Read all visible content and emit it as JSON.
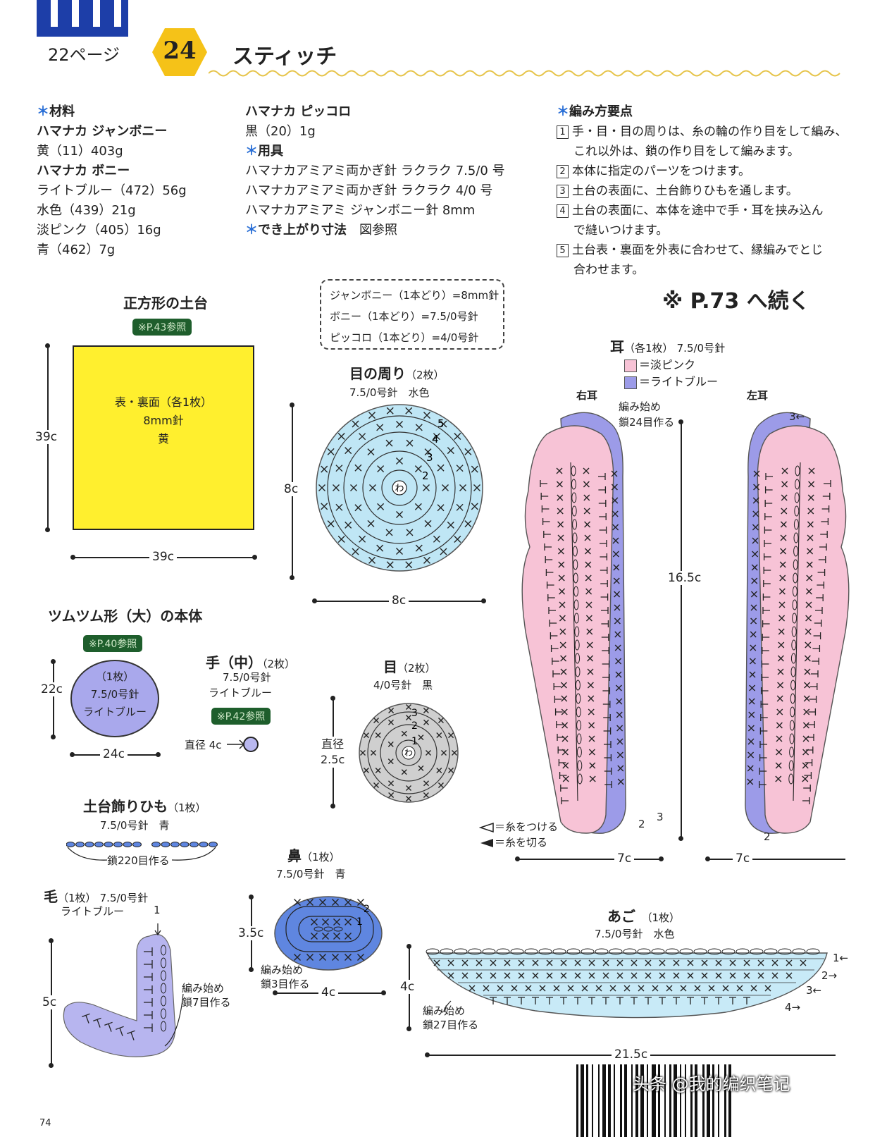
{
  "header": {
    "page_ref": "22ページ",
    "number": "24",
    "title": "スティッチ"
  },
  "materials": {
    "heading": "材料",
    "lines": [
      {
        "text": "ハマナカ ジャンボニー",
        "bold": true
      },
      {
        "text": "黄（11）403g",
        "bold": false
      },
      {
        "text": "ハマナカ ボニー",
        "bold": true
      },
      {
        "text": "ライトブルー（472）56g",
        "bold": false
      },
      {
        "text": "水色（439）21g",
        "bold": false
      },
      {
        "text": "淡ピンク（405）16g",
        "bold": false
      },
      {
        "text": "青（462）7g",
        "bold": false
      }
    ],
    "col2": {
      "piccolo_title": "ハマナカ ピッコロ",
      "piccolo_line": "黒（20）1g",
      "tools_heading": "用具",
      "tools": [
        "ハマナカアミアミ両かぎ針 ラクラク 7.5/0 号",
        "ハマナカアミアミ両かぎ針 ラクラク 4/0 号",
        "ハマナカアミアミ ジャンボニー針 8mm"
      ],
      "size_heading": "でき上がり寸法",
      "size_value": "図参照"
    }
  },
  "points": {
    "heading": "編み方要点",
    "steps": [
      {
        "num": "1",
        "lines": [
          "手・目・目の周りは、糸の輪の作り目をして編み、",
          "これ以外は、鎖の作り目をして編みます。"
        ]
      },
      {
        "num": "2",
        "lines": [
          "本体に指定のパーツをつけます。"
        ]
      },
      {
        "num": "3",
        "lines": [
          "土台の表面に、土台飾りひもを通します。"
        ]
      },
      {
        "num": "4",
        "lines": [
          "土台の表面に、本体を途中で手・耳を挟み込ん",
          "で縫いつけます。"
        ]
      },
      {
        "num": "5",
        "lines": [
          "土台表・裏面を外表に合わせて、縁編みでとじ",
          "合わせます。"
        ]
      }
    ],
    "continue": "※ P.73 へ続く"
  },
  "needle_legend": [
    "ジャンボニー（1本どり）=8mm針",
    "ボニー（1本どり）=7.5/0号針",
    "ピッコロ（1本どり）=4/0号針"
  ],
  "square_base": {
    "title": "正方形の土台",
    "ref": "※P.43参照",
    "inner": [
      "表・裏面（各1枚）",
      "8mm針",
      "黄"
    ],
    "height": "39c",
    "width": "39c",
    "color": "#ffef2e"
  },
  "eye_surround": {
    "title": "目の周り",
    "count": "（2枚）",
    "needle": "7.5/0号針　水色",
    "height": "8c",
    "width": "8c",
    "center": "わ",
    "rounds": [
      "2",
      "3",
      "4",
      "5"
    ],
    "color": "#bfe6f5"
  },
  "body": {
    "title": "ツムツム形（大）の本体",
    "ref": "※P.40参照",
    "inner": [
      "（1枚）",
      "7.5/0号針",
      "ライトブルー"
    ],
    "height": "22c",
    "width": "24c",
    "color": "#a9a8ec"
  },
  "hand": {
    "title": "手（中）",
    "count": "（2枚）",
    "needle": "7.5/0号針",
    "color_name": "ライトブルー",
    "ref": "※P.42参照",
    "diameter": "直径 4c"
  },
  "eye": {
    "title": "目",
    "count": "（2枚）",
    "needle": "4/0号針　黒",
    "diameter_label": "直径",
    "diameter": "2.5c",
    "center": "わ",
    "rounds": [
      "1",
      "2",
      "3"
    ],
    "color": "#cfcfcf"
  },
  "cord": {
    "title": "土台飾りひも",
    "count": "（1枚）",
    "needle": "7.5/0号針　青",
    "chain": "鎖220目作る"
  },
  "hair": {
    "title": "毛",
    "count": "（1枚）",
    "needle": "7.5/0号針",
    "color_name": "ライトブルー",
    "row": "1",
    "start": [
      "編み始め",
      "鎖7目作る"
    ],
    "height": "5c",
    "color": "#b7b5ef"
  },
  "nose": {
    "title": "鼻",
    "count": "（1枚）",
    "needle": "7.5/0号針　青",
    "start": [
      "編み始め",
      "鎖3目作る"
    ],
    "height": "3.5c",
    "width": "4c",
    "rows": [
      "1",
      "2"
    ],
    "color": "#5f86e0"
  },
  "ears": {
    "title": "耳",
    "count": "（各1枚）",
    "needle": "7.5/0号針",
    "legend": [
      {
        "color": "#f7c3d6",
        "label": "＝淡ピンク"
      },
      {
        "color": "#9c9be8",
        "label": "＝ライトブルー"
      }
    ],
    "right": "右耳",
    "left": "左耳",
    "start": [
      "編み始め",
      "鎖24目作る"
    ],
    "height": "16.5c",
    "width_right": "7c",
    "width_left": "7c",
    "row_labels": [
      "2",
      "3",
      "3←",
      "2"
    ],
    "yarn_attach": "＝糸をつける",
    "yarn_cut": "＝糸を切る"
  },
  "chin": {
    "title": "あご",
    "count": "（1枚）",
    "needle": "7.5/0号針　水色",
    "start": [
      "編み始め",
      "鎖27目作る"
    ],
    "height": "4c",
    "width": "21.5c",
    "rows": [
      "1←",
      "2→",
      "3←",
      "4→"
    ],
    "color": "#c8eaf7"
  },
  "footer": {
    "page_num": "74",
    "watermark": "头条 @我的编织笔记"
  }
}
